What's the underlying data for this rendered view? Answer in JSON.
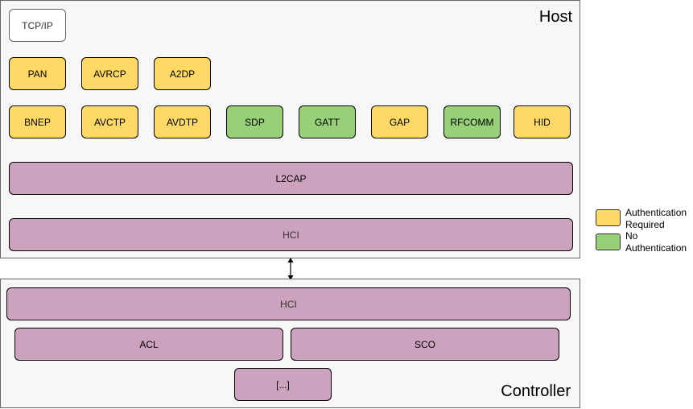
{
  "host": {
    "title": "Host",
    "tcpip": "TCP/IP",
    "row1": [
      "PAN",
      "AVRCP",
      "A2DP"
    ],
    "row2": [
      "BNEP",
      "AVCTP",
      "AVDTP",
      "SDP",
      "GATT",
      "GAP",
      "RFCOMM",
      "HID"
    ],
    "l2cap": "L2CAP",
    "hci": "HCI"
  },
  "controller": {
    "title": "Controller",
    "hci": "HCI",
    "acl": "ACL",
    "sco": "SCO",
    "more": "[...]"
  },
  "legend": {
    "auth_required": "Authentication Required",
    "no_auth": "No Authentication"
  },
  "colors": {
    "auth_required": "#ffd966",
    "no_auth": "#97d077",
    "layer": "#cda2be",
    "panel": "#f7f7f7"
  }
}
